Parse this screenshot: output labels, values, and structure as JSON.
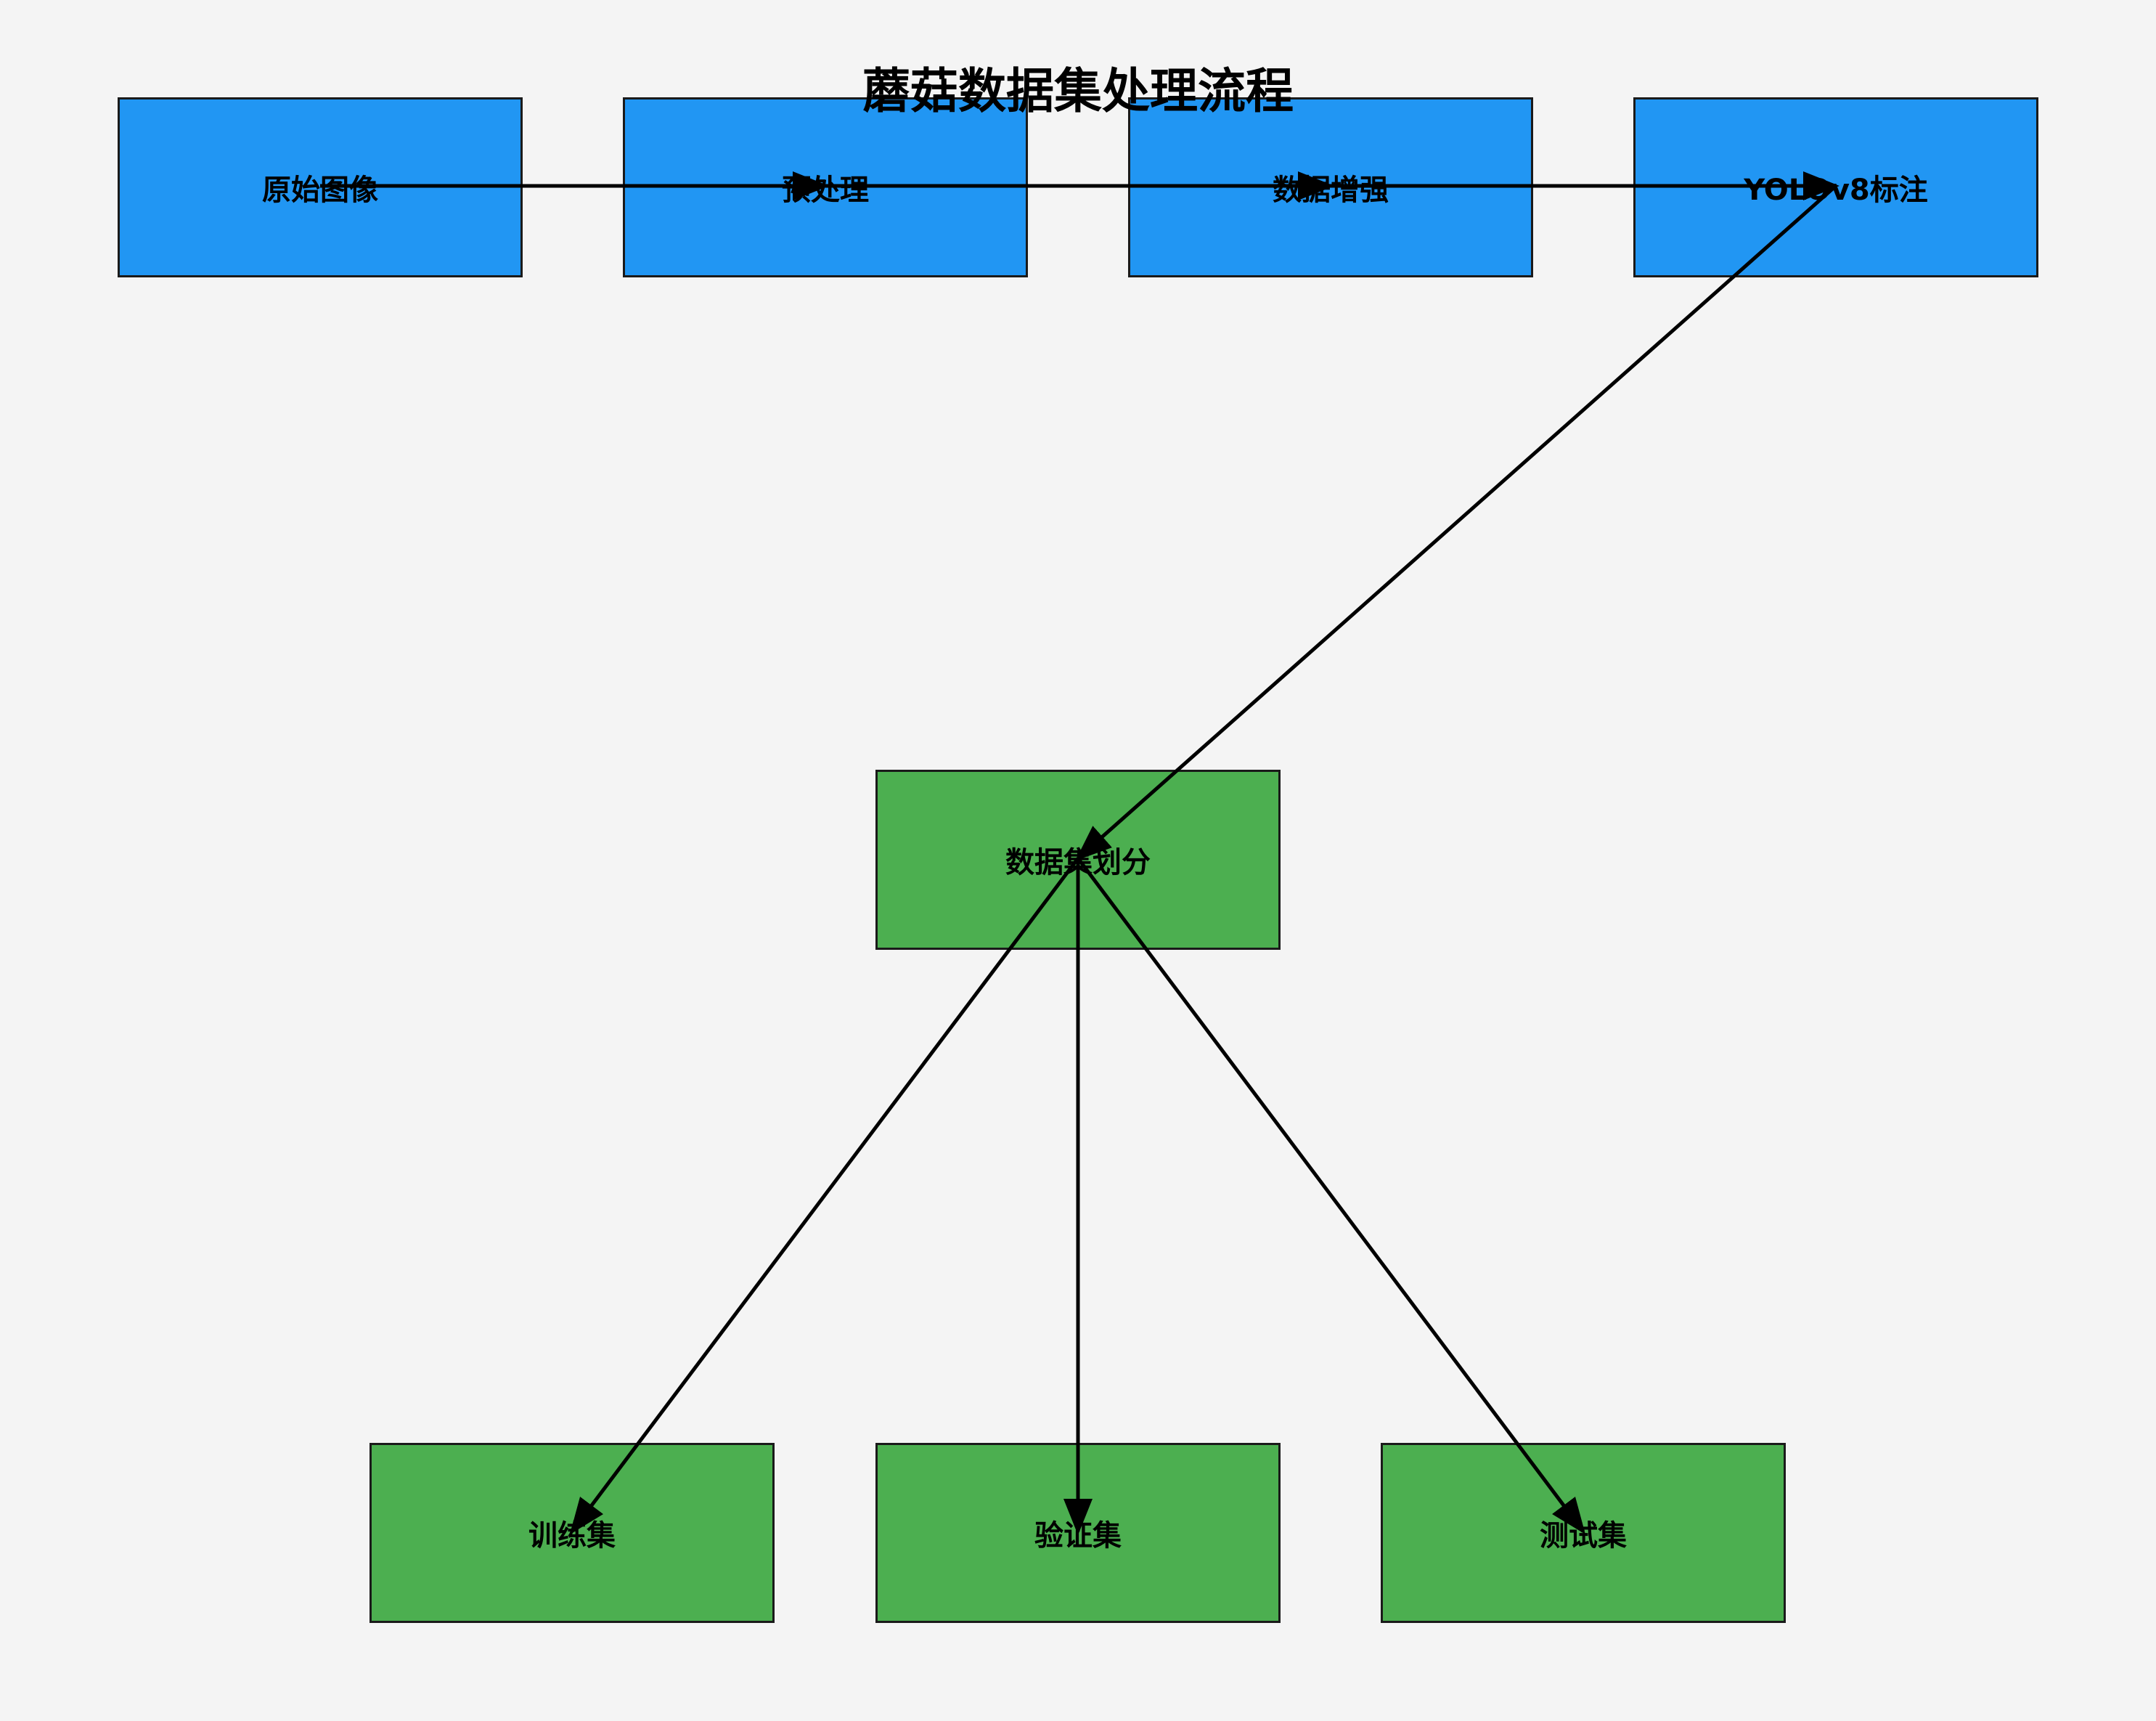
{
  "title": "蘑菇数据集处理流程",
  "colors": {
    "background": "#f4f4f4",
    "stage_fill": "#2196f3",
    "split_fill": "#4caf50",
    "border": "#1a1a1a",
    "edge": "#000000"
  },
  "nodes": {
    "raw_images": "原始图像",
    "preprocess": "预处理",
    "augmentation": "数据增强",
    "annotation": "YOLOv8标注",
    "split": "数据集划分",
    "train": "训练集",
    "validation": "验证集",
    "test": "测试集"
  },
  "edges": [
    {
      "from": "raw_images",
      "to": "preprocess"
    },
    {
      "from": "preprocess",
      "to": "augmentation"
    },
    {
      "from": "augmentation",
      "to": "annotation"
    },
    {
      "from": "annotation",
      "to": "split"
    },
    {
      "from": "split",
      "to": "train"
    },
    {
      "from": "split",
      "to": "validation"
    },
    {
      "from": "split",
      "to": "test"
    }
  ]
}
